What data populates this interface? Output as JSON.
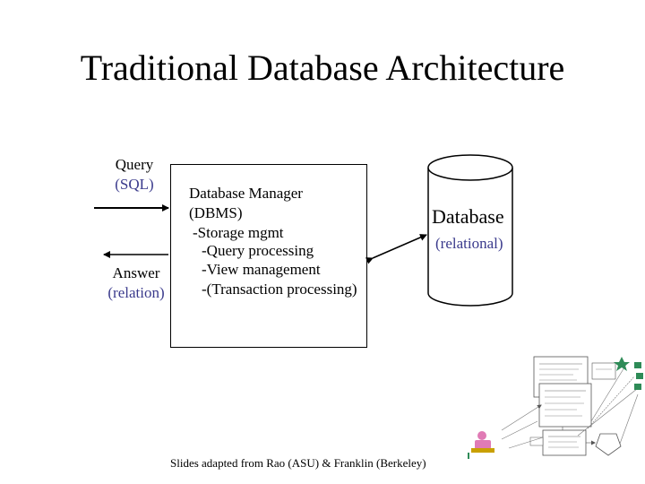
{
  "title": "Traditional Database Architecture",
  "query": {
    "label": "Query",
    "sub": "(SQL)"
  },
  "answer": {
    "label": "Answer",
    "sub": "(relation)"
  },
  "dbms": {
    "lines": [
      "Database Manager",
      "(DBMS)",
      "-Storage mgmt",
      "-Query processing",
      "-View management",
      "-(Transaction processing)"
    ]
  },
  "database": {
    "label": "Database",
    "sub": "(relational)"
  },
  "credit": "Slides adapted from Rao (ASU) & Franklin (Berkeley)",
  "colors": {
    "accent_text": "#3a3a8c",
    "thumbnail_green": "#2e8b57",
    "figure_pink": "#e07bb5"
  }
}
